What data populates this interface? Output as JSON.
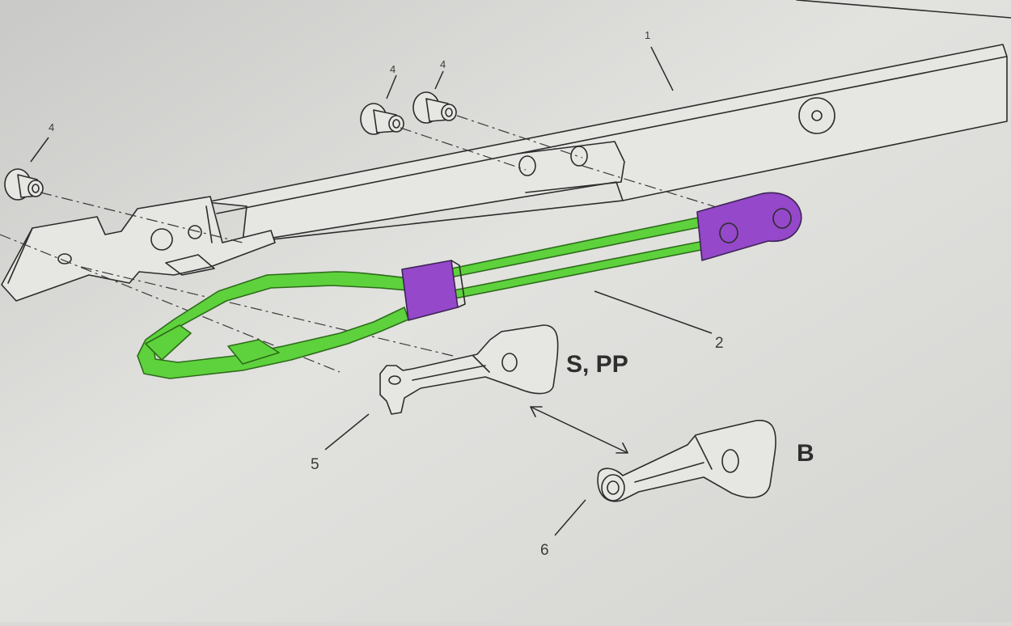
{
  "callouts": {
    "rail": "1",
    "link": "2",
    "screw_a": "4",
    "screw_b": "4",
    "screw_c": "4",
    "lever_s": "5",
    "lever_b": "6"
  },
  "variants": {
    "lever_s": "S, PP",
    "lever_b": "B"
  },
  "colors": {
    "paper": "#d9d9d7",
    "line": "#2c2c2c",
    "highlight_green": "#5ed23c",
    "highlight_purple": "#9548c9"
  }
}
